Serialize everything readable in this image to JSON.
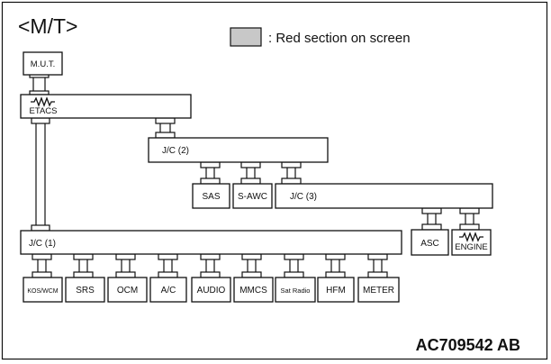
{
  "header": {
    "title": "<M/T>",
    "legend_text": ": Red section on screen"
  },
  "footer": {
    "code": "AC709542 AB"
  },
  "units": {
    "mut": "M.U.T.",
    "etacs": "ETACS",
    "jc2": "J/C (2)",
    "sas": "SAS",
    "sawc": "S-AWC",
    "jc3": "J/C (3)",
    "jc1": "J/C (1)",
    "asc": "ASC",
    "engine": "ENGINE",
    "kos_wcm": "KOS/WCM",
    "srs": "SRS",
    "ocm": "OCM",
    "ac": "A/C",
    "audio": "AUDIO",
    "mmcs": "MMCS",
    "sat_radio": "Sat Radio",
    "hfm": "HFM",
    "meter": "METER"
  },
  "colors": {
    "red_section_fill": "#c8c8c8",
    "line": "#111111"
  }
}
